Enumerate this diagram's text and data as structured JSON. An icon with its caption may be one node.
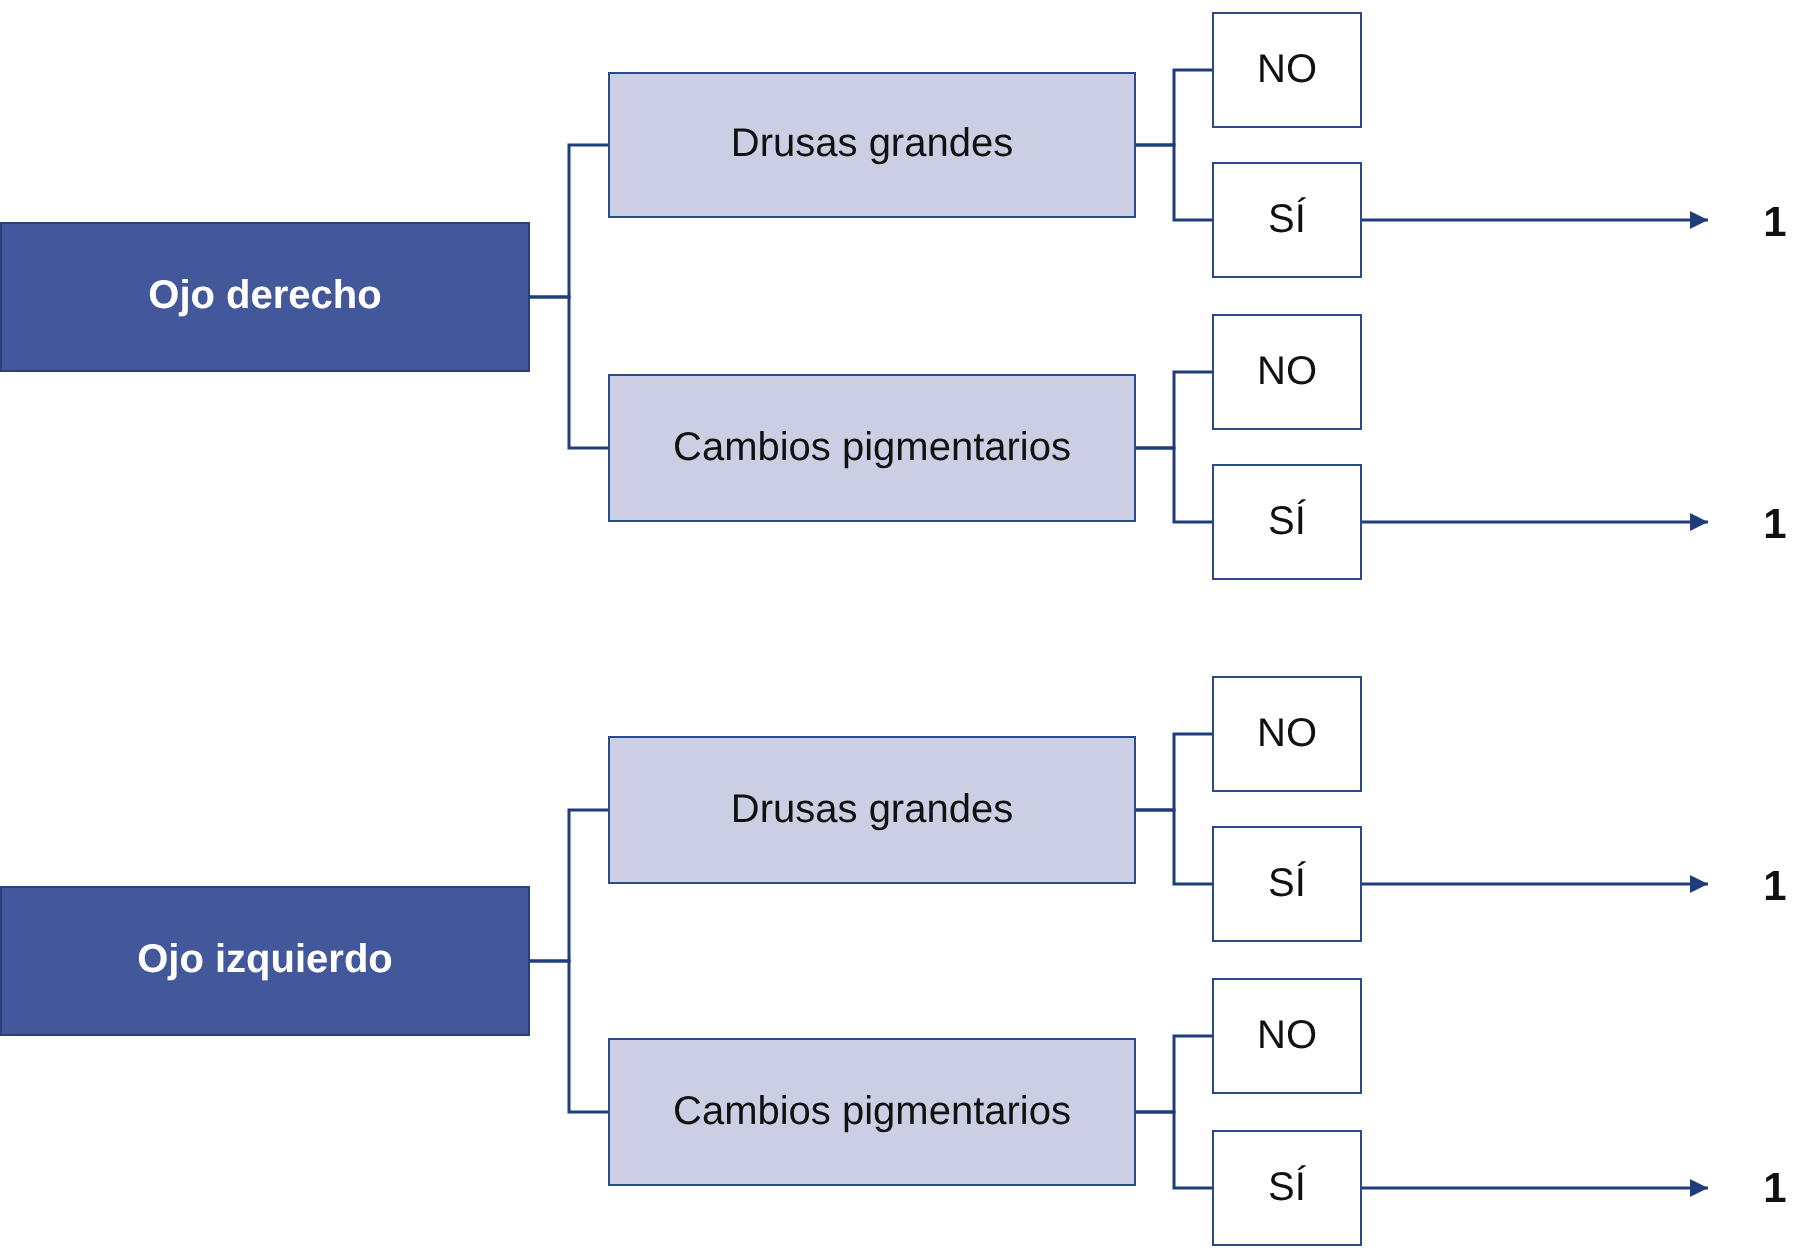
{
  "diagram": {
    "nodes": [
      {
        "text": [
          "Ojo derecho"
        ]
      },
      {
        "text": [
          "Drusas grandes"
        ]
      },
      {
        "text": [
          "NO"
        ]
      },
      {
        "text": [
          "SÍ"
        ]
      },
      {
        "text": [
          "1"
        ]
      },
      {
        "text": [
          "Cambios pigmentarios"
        ]
      },
      {
        "text": [
          "NO"
        ]
      },
      {
        "text": [
          "SÍ"
        ]
      },
      {
        "text": [
          "1"
        ]
      },
      {
        "text": [
          "Ojo izquierdo"
        ]
      },
      {
        "text": [
          "Drusas grandes"
        ]
      },
      {
        "text": [
          "NO"
        ]
      },
      {
        "text": [
          "SÍ"
        ]
      },
      {
        "text": [
          "1"
        ]
      },
      {
        "text": [
          "Cambios pigmentarios"
        ]
      },
      {
        "text": [
          "NO"
        ]
      },
      {
        "text": [
          "SÍ"
        ]
      },
      {
        "text": [
          "1"
        ]
      }
    ],
    "edges": [
      {
        "from": 0,
        "to": 1,
        "arrow": "none"
      },
      {
        "from": 0,
        "to": 5,
        "arrow": "none"
      },
      {
        "from": 1,
        "to": 2,
        "arrow": "none"
      },
      {
        "from": 1,
        "to": 3,
        "arrow": "none"
      },
      {
        "from": 3,
        "to": 4,
        "arrow": "to"
      },
      {
        "from": 5,
        "to": 6,
        "arrow": "none"
      },
      {
        "from": 5,
        "to": 7,
        "arrow": "none"
      },
      {
        "from": 7,
        "to": 8,
        "arrow": "to"
      },
      {
        "from": 9,
        "to": 10,
        "arrow": "none"
      },
      {
        "from": 9,
        "to": 14,
        "arrow": "none"
      },
      {
        "from": 10,
        "to": 11,
        "arrow": "none"
      },
      {
        "from": 10,
        "to": 12,
        "arrow": "none"
      },
      {
        "from": 12,
        "to": 13,
        "arrow": "to"
      },
      {
        "from": 14,
        "to": 15,
        "arrow": "none"
      },
      {
        "from": 14,
        "to": 16,
        "arrow": "none"
      },
      {
        "from": 16,
        "to": 17,
        "arrow": "to"
      }
    ]
  }
}
